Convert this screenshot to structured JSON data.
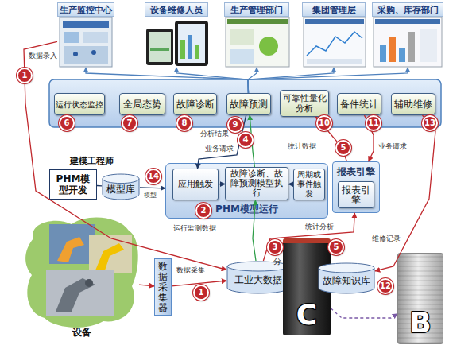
{
  "diagram": {
    "nodes": [
      {
        "text": [
          "生产监控中心"
        ]
      },
      {
        "text": [
          "设备维修人员"
        ]
      },
      {
        "text": [
          "生产管理部门"
        ]
      },
      {
        "text": [
          "集团管理层"
        ]
      },
      {
        "text": [
          "采购、库存部门"
        ]
      },
      {
        "text": [
          "运行状态监控"
        ]
      },
      {
        "text": [
          "全局态势"
        ]
      },
      {
        "text": [
          "故障诊断"
        ]
      },
      {
        "text": [
          "故障预测"
        ]
      },
      {
        "text": [
          "可靠性量化分析"
        ]
      },
      {
        "text": [
          "备件统计"
        ]
      },
      {
        "text": [
          "辅助维修"
        ]
      },
      {
        "text": [
          "PHM模型开发"
        ]
      },
      {
        "text": [
          "模型库"
        ]
      },
      {
        "text": [
          "PHM模型运行"
        ]
      },
      {
        "text": [
          "应用触发"
        ],
        "in": 14
      },
      {
        "text": [
          "故障诊断、故障预测模型执行"
        ],
        "in": 14
      },
      {
        "text": [
          "周期或事件触发"
        ],
        "in": 14
      },
      {
        "text": [
          "报表引擎"
        ]
      },
      {
        "text": [
          "报表引擎"
        ],
        "in": 18
      },
      {
        "text": [
          "设备"
        ]
      },
      {
        "text": [
          "数据采集器"
        ]
      },
      {
        "text": [
          "工业大数据"
        ]
      },
      {
        "text": [
          "C"
        ]
      },
      {
        "text": [
          "故障知识库"
        ]
      },
      {
        "text": [
          "B"
        ]
      }
    ],
    "edges": [
      {
        "from": 8,
        "to": 0,
        "arrow": "to"
      },
      {
        "from": 8,
        "to": 1,
        "arrow": "to"
      },
      {
        "from": 8,
        "to": 2,
        "arrow": "to"
      },
      {
        "from": 8,
        "to": 3,
        "arrow": "to"
      },
      {
        "from": 8,
        "to": 4,
        "arrow": "to"
      },
      {
        "from": 0,
        "to": 22,
        "label": "数据录入",
        "arrow": "to"
      },
      {
        "from": 20,
        "to": 21,
        "arrow": "to"
      },
      {
        "from": 21,
        "to": 22,
        "label": "数据采集",
        "arrow": "to"
      },
      {
        "from": 22,
        "to": 16,
        "label": "运行监测数据",
        "arrow": "to"
      },
      {
        "from": 16,
        "to": 8,
        "label": "分析结果",
        "arrow": "to"
      },
      {
        "from": 8,
        "to": 15,
        "label": "业务请求",
        "arrow": "to"
      },
      {
        "from": 12,
        "to": 13,
        "arrow": "none"
      },
      {
        "from": 13,
        "to": 14,
        "label": "模型",
        "arrow": "to"
      },
      {
        "from": 15,
        "to": 16,
        "arrow": "to"
      },
      {
        "from": 17,
        "to": 16,
        "arrow": "to"
      },
      {
        "from": 22,
        "to": 18,
        "label": "统计分析",
        "arrow": "to"
      },
      {
        "from": 18,
        "to": 9,
        "label": "统计数据",
        "arrow": "to"
      },
      {
        "from": 10,
        "to": 18,
        "label": "业务请求",
        "arrow": "to"
      },
      {
        "from": 11,
        "to": 24,
        "label": "维修记录",
        "arrow": "to"
      },
      {
        "from": 23,
        "to": 25,
        "arrow": "to"
      }
    ],
    "labels": [
      "1",
      "6",
      "7",
      "8",
      "9",
      "10",
      "11",
      "13",
      "4",
      "5",
      "建模工程师",
      "14",
      "2",
      "3",
      "5",
      "分",
      "12",
      "1"
    ]
  }
}
